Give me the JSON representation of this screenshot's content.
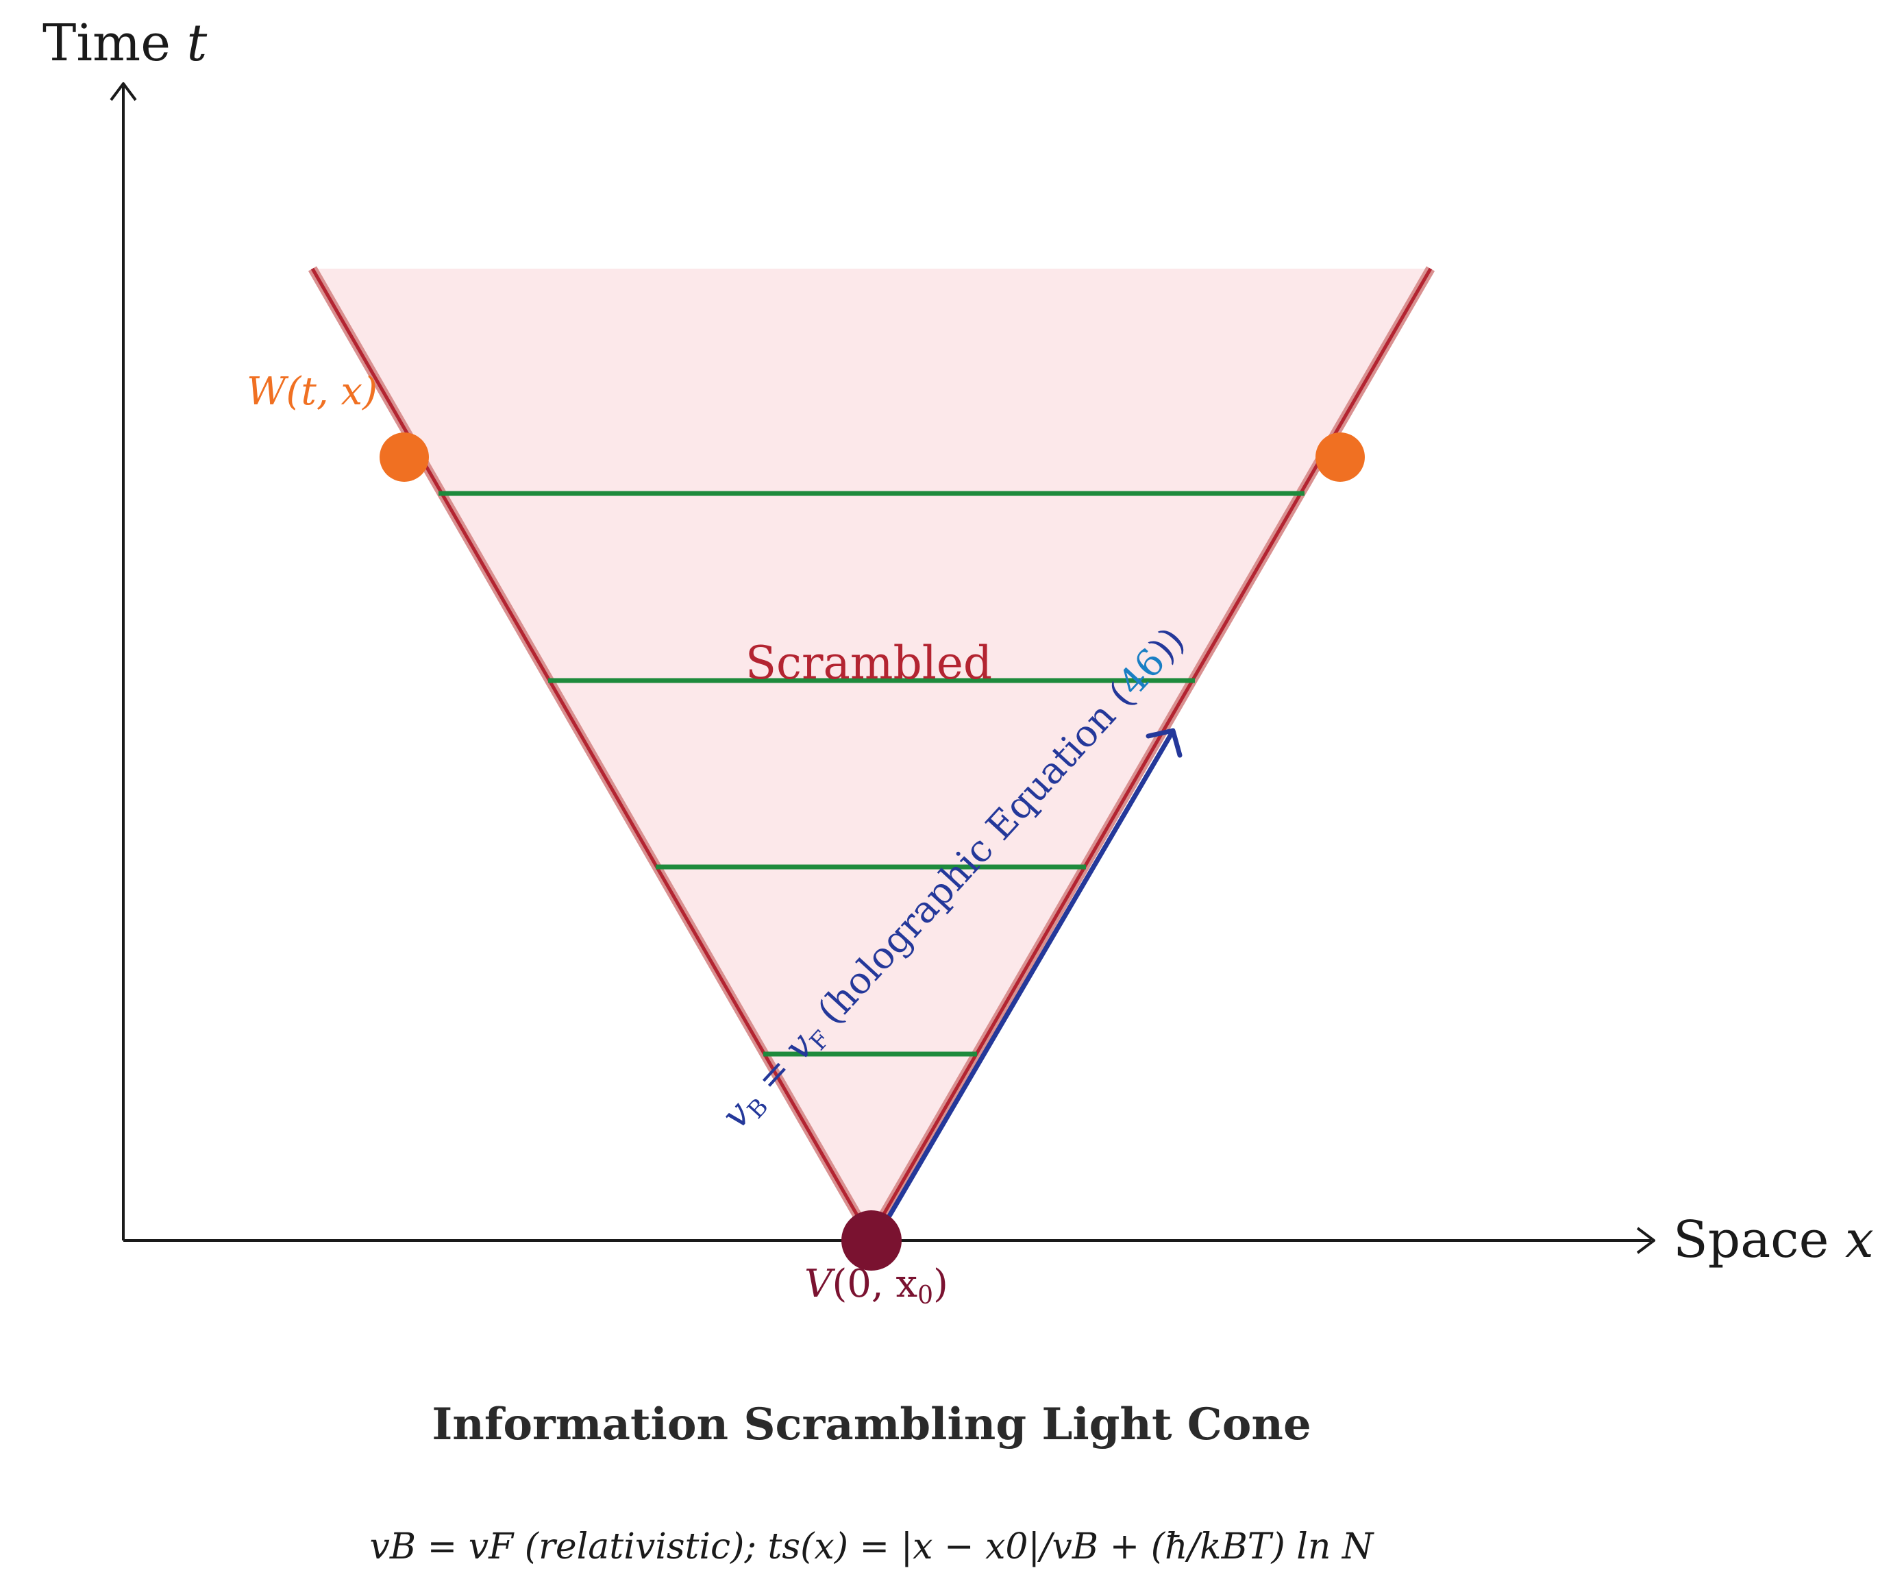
{
  "axes": {
    "y_label": "Time",
    "y_var": "t",
    "x_label": "Space",
    "x_var": "x"
  },
  "region": {
    "label": "Scrambled",
    "fill_color": "#fce8ea",
    "edge_color": "#b32431"
  },
  "points": {
    "source_label_func": "V",
    "source_label_args": "(0, x",
    "source_label_sub": "0",
    "source_label_close": ")",
    "source_color": "#7a1230",
    "probe_label": "W(t, x)",
    "probe_color": "#f07022"
  },
  "levels": {
    "color": "#1e8a3c",
    "count": 4
  },
  "velocity_arrow": {
    "color": "#24389a",
    "link_color": "#1a7fc4",
    "label_v": "v",
    "label_v_sub": "B",
    "label_eq": " = ",
    "label_vf": "v",
    "label_vf_sub": "F",
    "label_text": " (holographic Equation (",
    "label_ref": "46",
    "label_close": "))"
  },
  "caption": {
    "title": "Information Scrambling Light Cone",
    "formula": "vB = vF (relativistic); ts(x) = |x − x0|/vB + (ħ/kBT) ln N"
  }
}
